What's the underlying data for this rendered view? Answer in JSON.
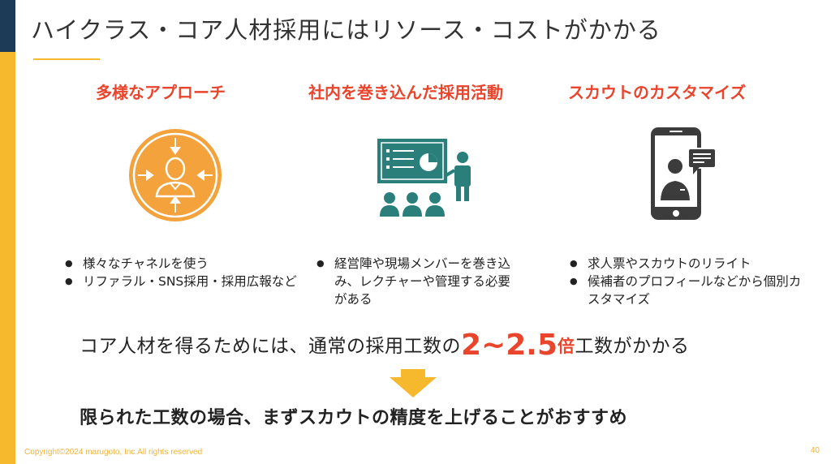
{
  "title": "ハイクラス・コア人材採用にはリソース・コストがかかる",
  "columns": [
    {
      "heading": "多様なアプローチ",
      "icon": "person-arrows-icon",
      "bullets": [
        "様々なチャネルを使う",
        "リファラル・SNS採用・採用広報など"
      ]
    },
    {
      "heading": "社内を巻き込んだ採用活動",
      "icon": "presentation-icon",
      "bullets": [
        "経営陣や現場メンバーを巻き込み、レクチャーや管理する必要がある"
      ]
    },
    {
      "heading": "スカウトのカスタマイズ",
      "icon": "smartphone-chat-icon",
      "bullets": [
        "求人票やスカウトのリライト",
        "候補者のプロフィールなどから個別カスタマイズ"
      ]
    }
  ],
  "core": {
    "prefix": "コア人材を得るためには、通常の採用工数の",
    "number": "2~2.5",
    "unit": "倍",
    "suffix": "工数がかかる"
  },
  "conclusion": "限られた工数の場合、まずスカウトの精度を上げることがおすすめ",
  "footer": {
    "copyright": "Copyright©2024 marugoto, Inc.All rights reserved",
    "page": "40"
  },
  "colors": {
    "accent": "#e9452d",
    "yellow": "#f6b82c",
    "navy": "#1d3b57",
    "teal": "#2a7f7a",
    "orange": "#f3a23c",
    "phone": "#3c3c3c"
  }
}
